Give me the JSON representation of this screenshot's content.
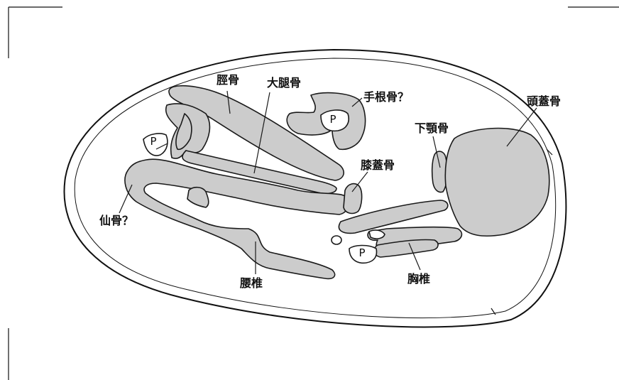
{
  "labels": {
    "tibia": "脛骨",
    "femur": "大腿骨",
    "carpal": "手根骨？",
    "skull": "頭蓋骨",
    "mandible": "下顎骨",
    "patella": "膝蓋骨",
    "sacrum": "仙骨？",
    "lumbar": "腰椎",
    "thoracic": "胸椎"
  },
  "markers": [
    "P",
    "P",
    "P"
  ],
  "colors": {
    "bone_fill": "#cccccc",
    "stroke": "#1a1a1a",
    "background": "#ffffff"
  }
}
